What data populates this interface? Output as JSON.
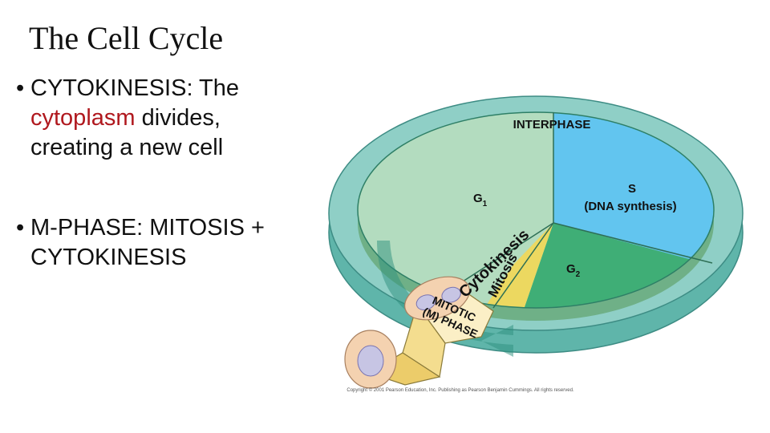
{
  "title": "The Cell Cycle",
  "bullets": [
    {
      "bullet": "•",
      "term": "CYTOKINESIS: The",
      "highlight": "cytoplasm",
      "rest": " divides,",
      "line3": "creating a new cell"
    },
    {
      "bullet": "•",
      "line1": "M-PHASE: MITOSIS +",
      "line2": "CYTOKINESIS"
    }
  ],
  "diagram": {
    "interphase": "INTERPHASE",
    "g1": "G",
    "g1_sub": "1",
    "s": "S",
    "s_desc": "(DNA synthesis)",
    "g2": "G",
    "g2_sub": "2",
    "cytokinesis": "Cytokinesis",
    "mitosis": "Mitosis",
    "mitotic_line1": "MITOTIC",
    "mitotic_line2": "(M) PHASE",
    "copyright": "Copyright © 2001 Pearson Education, Inc. Publishing as Pearson Benjamin Cummings. All rights reserved.",
    "colors": {
      "g1": "#b3dcbf",
      "s": "#62c5ef",
      "g2": "#3fae76",
      "ring": "#8fcfc6",
      "ring_side": "#5fb5aa",
      "arrow": "#fbefc6",
      "cytokinesis_text": "#111111"
    }
  }
}
